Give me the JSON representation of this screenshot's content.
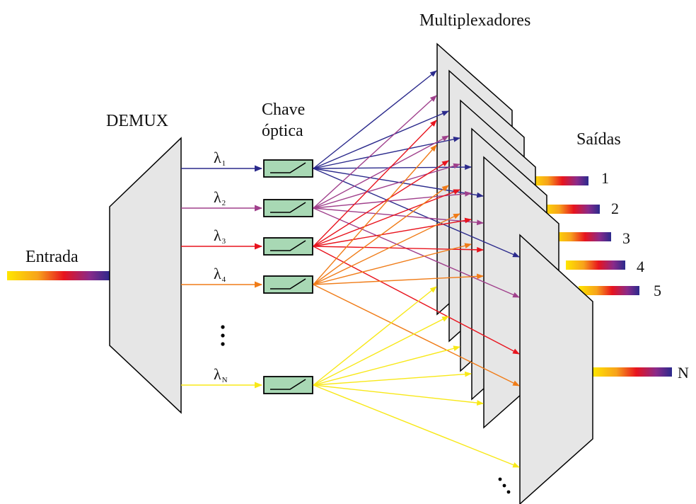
{
  "labels": {
    "input": "Entrada",
    "demux": "DEMUX",
    "switch_line1": "Chave",
    "switch_line2": "óptica",
    "mux": "Multiplexadores",
    "outputs": "Saídas"
  },
  "channels": [
    {
      "symbol": "λ",
      "sub": "1",
      "color": "#2b2a8c"
    },
    {
      "symbol": "λ",
      "sub": "2",
      "color": "#a0408c"
    },
    {
      "symbol": "λ",
      "sub": "3",
      "color": "#e8141e"
    },
    {
      "symbol": "λ",
      "sub": "4",
      "color": "#f07c18"
    },
    {
      "symbol": "λ",
      "sub": "N",
      "color": "#f8e818"
    }
  ],
  "outputs": [
    "1",
    "2",
    "3",
    "4",
    "5",
    "N"
  ],
  "gradient_colors": [
    "#ffe600",
    "#f7a21b",
    "#e8141e",
    "#8a2a8a",
    "#2b2a8c"
  ]
}
